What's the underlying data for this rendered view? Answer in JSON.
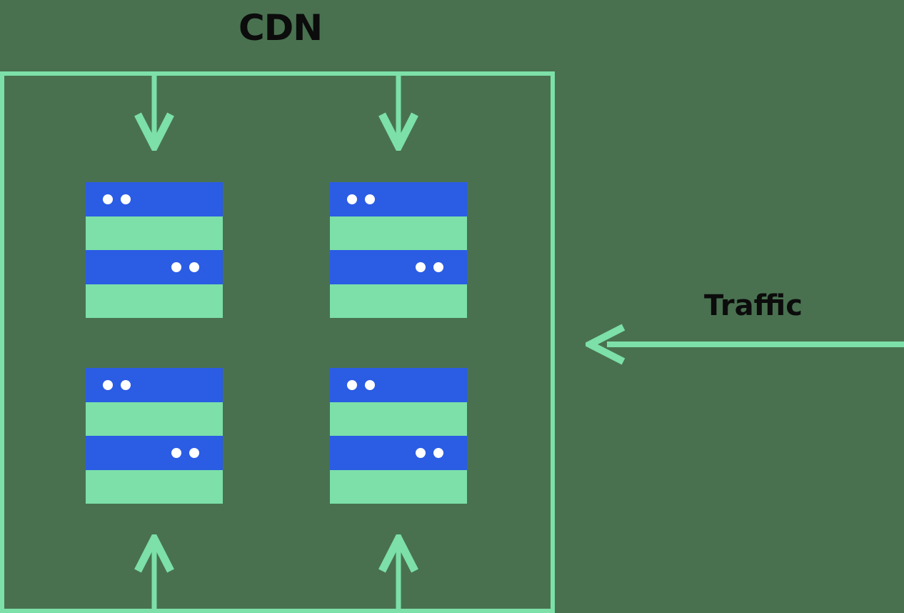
{
  "diagram": {
    "title": "CDN",
    "traffic_label": "Traffic",
    "colors": {
      "background": "#497150",
      "mint": "#7ce0a8",
      "blue": "#2b5ce4",
      "text": "#0c0c0c",
      "dot": "#ffffff"
    },
    "servers": {
      "count": 4,
      "rows": 2,
      "columns": 2
    },
    "arrows": {
      "top_inbound_count": 2,
      "bottom_inbound_count": 2,
      "traffic_direction": "left"
    }
  }
}
